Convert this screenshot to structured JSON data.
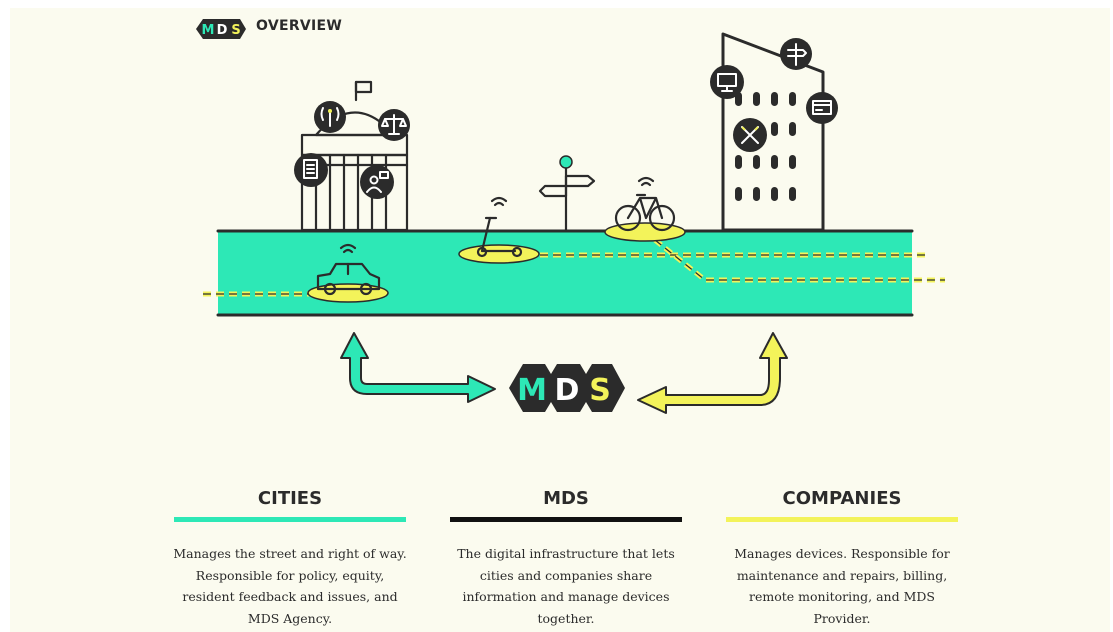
{
  "header": {
    "logo": {
      "m": "M",
      "d": "D",
      "s": "S"
    },
    "label": "OVERVIEW"
  },
  "center_logo": {
    "m": "M",
    "d": "D",
    "s": "S"
  },
  "colors": {
    "mint": "#2de8b6",
    "yellow": "#f3f35a",
    "dark": "#2b2b2b",
    "background": "#fbfbef"
  },
  "icons": {
    "city_hall": [
      "antenna-icon",
      "scales-icon",
      "document-icon",
      "person-chat-icon"
    ],
    "company": [
      "monitor-icon",
      "signpost-icon",
      "credit-card-icon",
      "tools-icon"
    ],
    "street": [
      "car-icon",
      "scooter-icon",
      "bicycle-icon",
      "wifi-icon",
      "signpost-icon"
    ]
  },
  "columns": [
    {
      "title": "CITIES",
      "color": "#2de8b6",
      "text": [
        "Manages the street and right of way.",
        "Responsible for policy, equity,",
        "resident feedback and issues, and",
        "MDS Agency."
      ]
    },
    {
      "title": "MDS",
      "color": "#111111",
      "text": [
        "The digital infrastructure that lets",
        "cities and companies share",
        "information and manage devices",
        "together."
      ]
    },
    {
      "title": "COMPANIES",
      "color": "#f3f35a",
      "text": [
        "Manages devices. Responsible for",
        "maintenance and repairs, billing,",
        "remote monitoring, and MDS",
        "Provider."
      ]
    }
  ]
}
